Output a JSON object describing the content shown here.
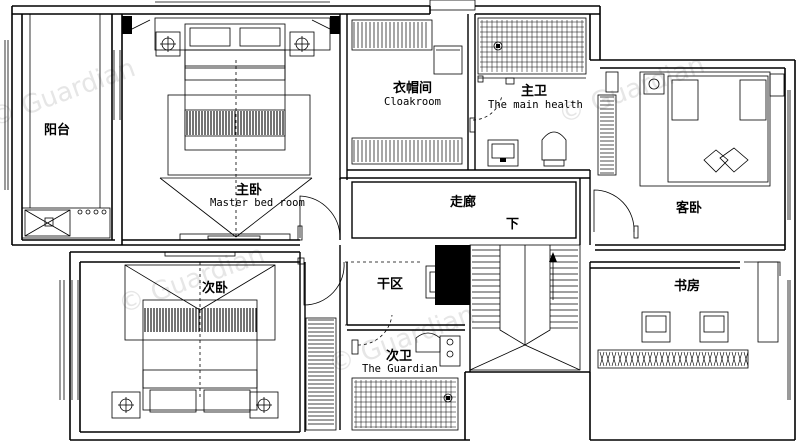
{
  "rooms": {
    "balcony": "阳台",
    "master_bedroom": "主卧",
    "master_bedroom_en": "Master bed room",
    "cloakroom": "衣帽间",
    "cloakroom_en": "Cloakroom",
    "master_bath": "主卫",
    "master_bath_en": "The main health",
    "corridor": "走廊",
    "down": "下",
    "guest_bedroom": "客卧",
    "dry_area": "干区",
    "second_bedroom": "次卧",
    "guest_bath": "次卫",
    "guest_bath_en": "The Guardian",
    "study": "书房"
  },
  "watermark": "© Guardian"
}
